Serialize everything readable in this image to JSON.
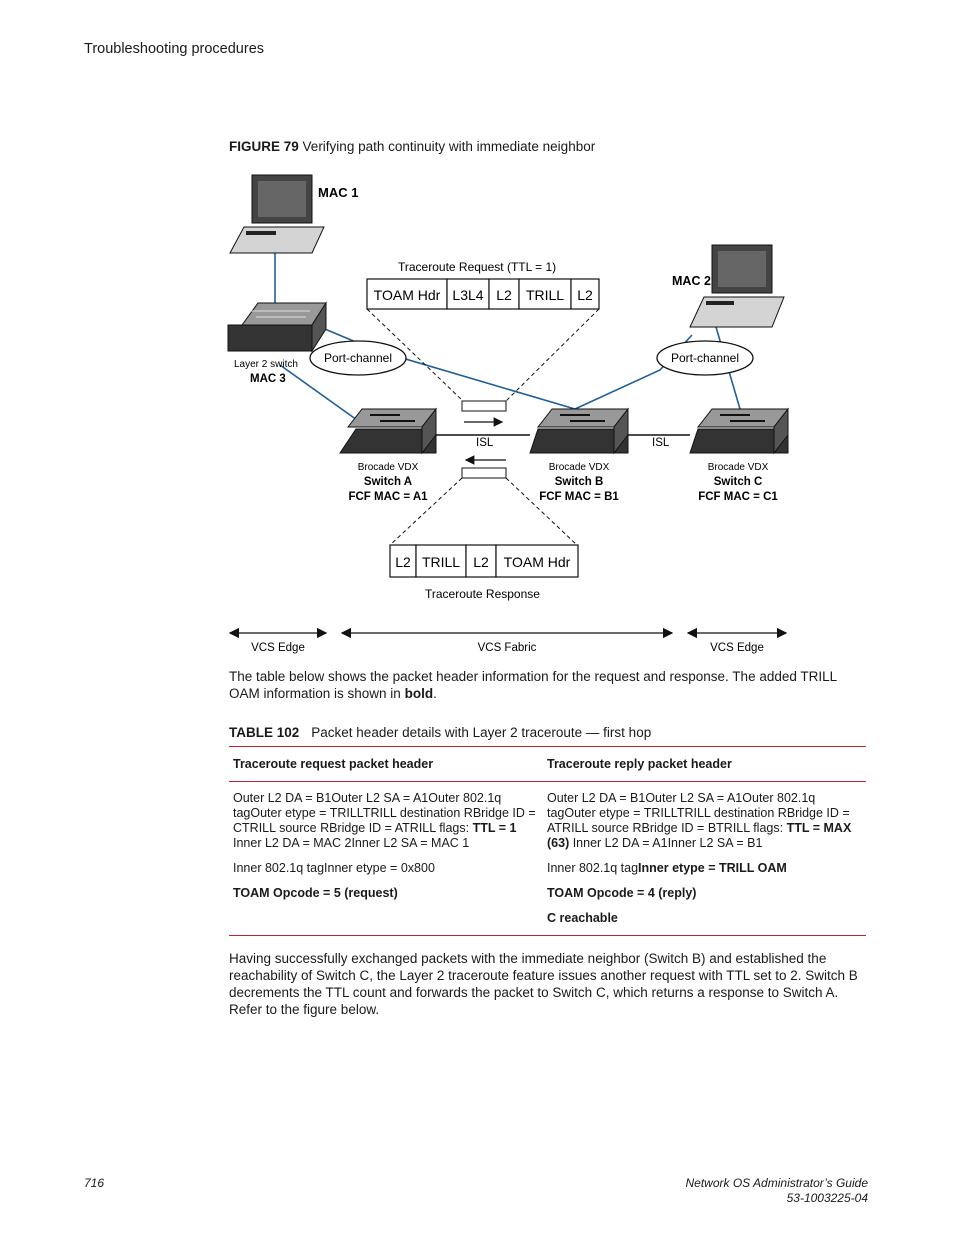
{
  "header": {
    "section": "Troubleshooting procedures"
  },
  "figure": {
    "label": "FIGURE 79",
    "title": "Verifying path continuity with immediate neighbor",
    "diagram": {
      "mac1": "MAC 1",
      "mac2": "MAC 2",
      "layer2_switch": "Layer 2 switch",
      "mac3": "MAC 3",
      "port_channel_left": "Port-channel",
      "port_channel_right": "Port-channel",
      "request_title": "Traceroute Request (TTL = 1)",
      "request_fields": [
        "TOAM Hdr",
        "L3L4",
        "L2",
        "TRILL",
        "L2"
      ],
      "response_title": "Traceroute Response",
      "response_fields": [
        "L2",
        "TRILL",
        "L2",
        "TOAM Hdr"
      ],
      "isl_left": "ISL",
      "isl_right": "ISL",
      "switches": [
        {
          "vendor": "Brocade VDX",
          "name": "Switch A",
          "fcf": "FCF MAC = A1"
        },
        {
          "vendor": "Brocade VDX",
          "name": "Switch B",
          "fcf": "FCF MAC = B1"
        },
        {
          "vendor": "Brocade VDX",
          "name": "Switch C",
          "fcf": "FCF MAC = C1"
        }
      ],
      "zones": [
        "VCS Edge",
        "VCS Fabric",
        "VCS Edge"
      ],
      "link_color": "#1f5f9a"
    }
  },
  "intro": {
    "text": "The table below shows the packet header information for the request and response. The added TRILL OAM information is shown in ",
    "bold": "bold",
    "end": "."
  },
  "table": {
    "label": "TABLE 102",
    "title": "Packet header details with Layer 2 traceroute — first hop",
    "headers": [
      "Traceroute request packet header",
      "Traceroute reply packet header"
    ],
    "request": {
      "line1": "Outer L2 DA = B1Outer L2 SA = A1Outer 802.1q tagOuter etype = TRILLTRILL destination RBridge ID = CTRILL source RBridge ID = ATRILL flags: ",
      "line1_bold": "TTL = 1",
      "line2": "Inner L2 DA = MAC 2Inner L2 SA = MAC 1",
      "line3": "Inner 802.1q tagInner etype = 0x800",
      "line4_bold": "TOAM Opcode = 5 (request)"
    },
    "reply": {
      "line1": "Outer L2 DA = B1Outer L2 SA = A1Outer 802.1q tagOuter etype = TRILLTRILL destination RBridge ID = ATRILL source RBridge ID = BTRILL flags: ",
      "line1_bold": "TTL = MAX (63)",
      "line1_tail": " Inner L2 DA = A1Inner L2 SA = B1",
      "line2": "Inner 802.1q tag",
      "line2_bold": "Inner etype = TRILL OAM",
      "line3_bold": "TOAM Opcode = 4 (reply)",
      "line4_bold": "C reachable"
    },
    "rule_color": "#c0202a"
  },
  "closing": {
    "text": "Having successfully exchanged packets with the immediate neighbor (Switch B) and established the reachability of Switch C, the Layer 2 traceroute feature issues another request with TTL set to 2. Switch B decrements the TTL count and forwards the packet to Switch C, which returns a response to Switch A. Refer to the figure below."
  },
  "footer": {
    "page_number": "716",
    "guide_title": "Network OS Administrator’s Guide",
    "doc_number": "53-1003225-04"
  }
}
